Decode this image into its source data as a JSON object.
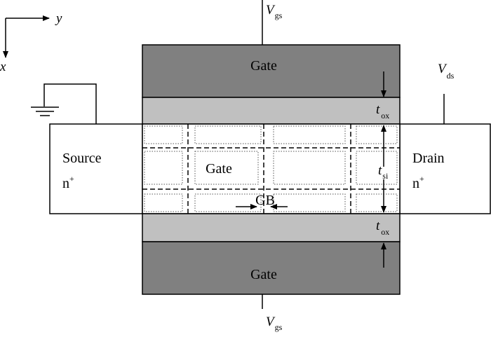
{
  "axes": {
    "x_label": "x",
    "y_label": "y"
  },
  "gate_top": {
    "label": "Gate",
    "voltage_symbol": "V",
    "voltage_subscript": "gs"
  },
  "gate_bottom": {
    "label": "Gate",
    "voltage_symbol": "V",
    "voltage_subscript": "gs"
  },
  "source": {
    "label": "Source",
    "doping": "n",
    "doping_sup": "+"
  },
  "drain": {
    "label": "Drain",
    "doping": "n",
    "doping_sup": "+",
    "voltage_symbol": "V",
    "voltage_subscript": "ds"
  },
  "channel": {
    "grain_label": "Gate",
    "boundary_label": "GB"
  },
  "thickness": {
    "oxide_top": {
      "symbol": "t",
      "subscript": "ox"
    },
    "silicon": {
      "symbol": "t",
      "subscript": "si"
    },
    "oxide_bottom": {
      "symbol": "t",
      "subscript": "ox"
    }
  },
  "colors": {
    "gate_fill": "#808080",
    "oxide_fill": "#c0c0c0",
    "body_fill": "#ffffff",
    "line": "#000000"
  }
}
